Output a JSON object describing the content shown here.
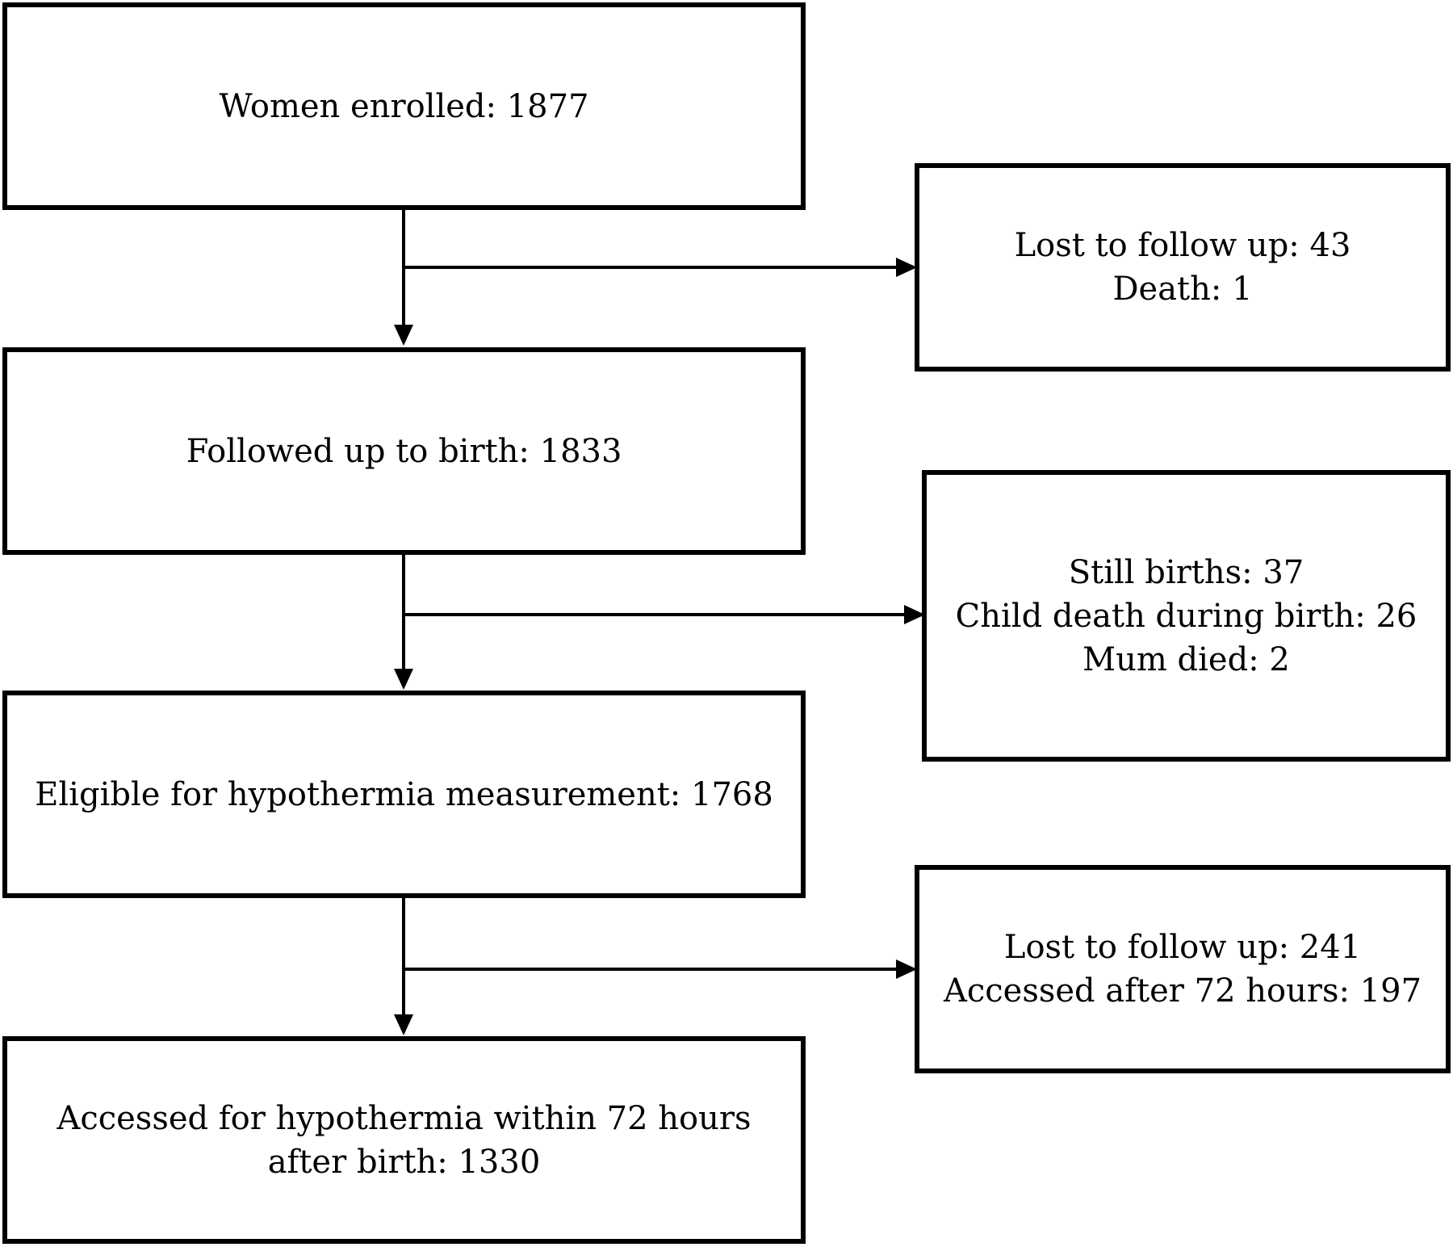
{
  "flowchart": {
    "main_steps": [
      {
        "id": "enrolled",
        "lines": [
          "Women enrolled: 1877"
        ]
      },
      {
        "id": "followed",
        "lines": [
          "Followed up to birth: 1833"
        ]
      },
      {
        "id": "eligible",
        "lines": [
          "Eligible for hypothermia measurement: 1768"
        ]
      },
      {
        "id": "accessed",
        "lines": [
          "Accessed for hypothermia within 72 hours after birth: 1330"
        ]
      }
    ],
    "exclusions": [
      {
        "id": "excl-1",
        "lines": [
          "Lost to follow up: 43",
          "Death: 1"
        ]
      },
      {
        "id": "excl-2",
        "lines": [
          "Still births: 37",
          "Child death during birth: 26",
          "Mum died: 2"
        ]
      },
      {
        "id": "excl-3",
        "lines": [
          "Lost to follow up: 241",
          "Accessed after 72 hours: 197"
        ]
      }
    ]
  }
}
